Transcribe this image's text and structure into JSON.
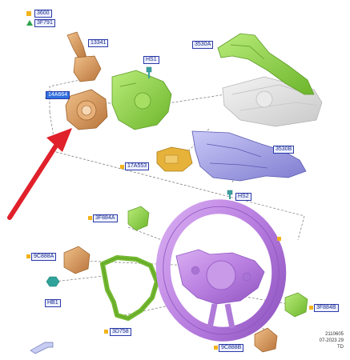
{
  "legend": {
    "square_code": "3600",
    "triangle_code": "3F791"
  },
  "labels": {
    "stalk": "13341",
    "clockspring": "14A664",
    "bolt_hs1": "HS1",
    "shroud_upper": "3530A",
    "shroud_lower": "3530B",
    "switch_17a553": "17A553",
    "bolt_hs2": "HS2",
    "switch_3f884a": "3F884A",
    "cover_9c888a": "9C888A",
    "horn_hb1": "HB1",
    "trim_3d758": "3D758",
    "switch_3f884b": "3F884B",
    "cover_9c888b": "9C888B"
  },
  "footer": {
    "code": "2110605",
    "date": "07-2023 29",
    "initials": "TD"
  },
  "colors": {
    "label_border": "#2b3aa8",
    "label_text": "#1a2a8a",
    "highlight_label": "#2f6fe0",
    "marker_square": "#f2b31c",
    "marker_triangle": "#2aa34a",
    "arrow": "#e0202a",
    "wheel": "#c58be6",
    "green_parts": "#8fd14a",
    "orange_parts": "#d99a5a",
    "shroud": "#a8a6ea",
    "yellow_switch": "#e7b23a",
    "teal_horn": "#2fa39a"
  }
}
